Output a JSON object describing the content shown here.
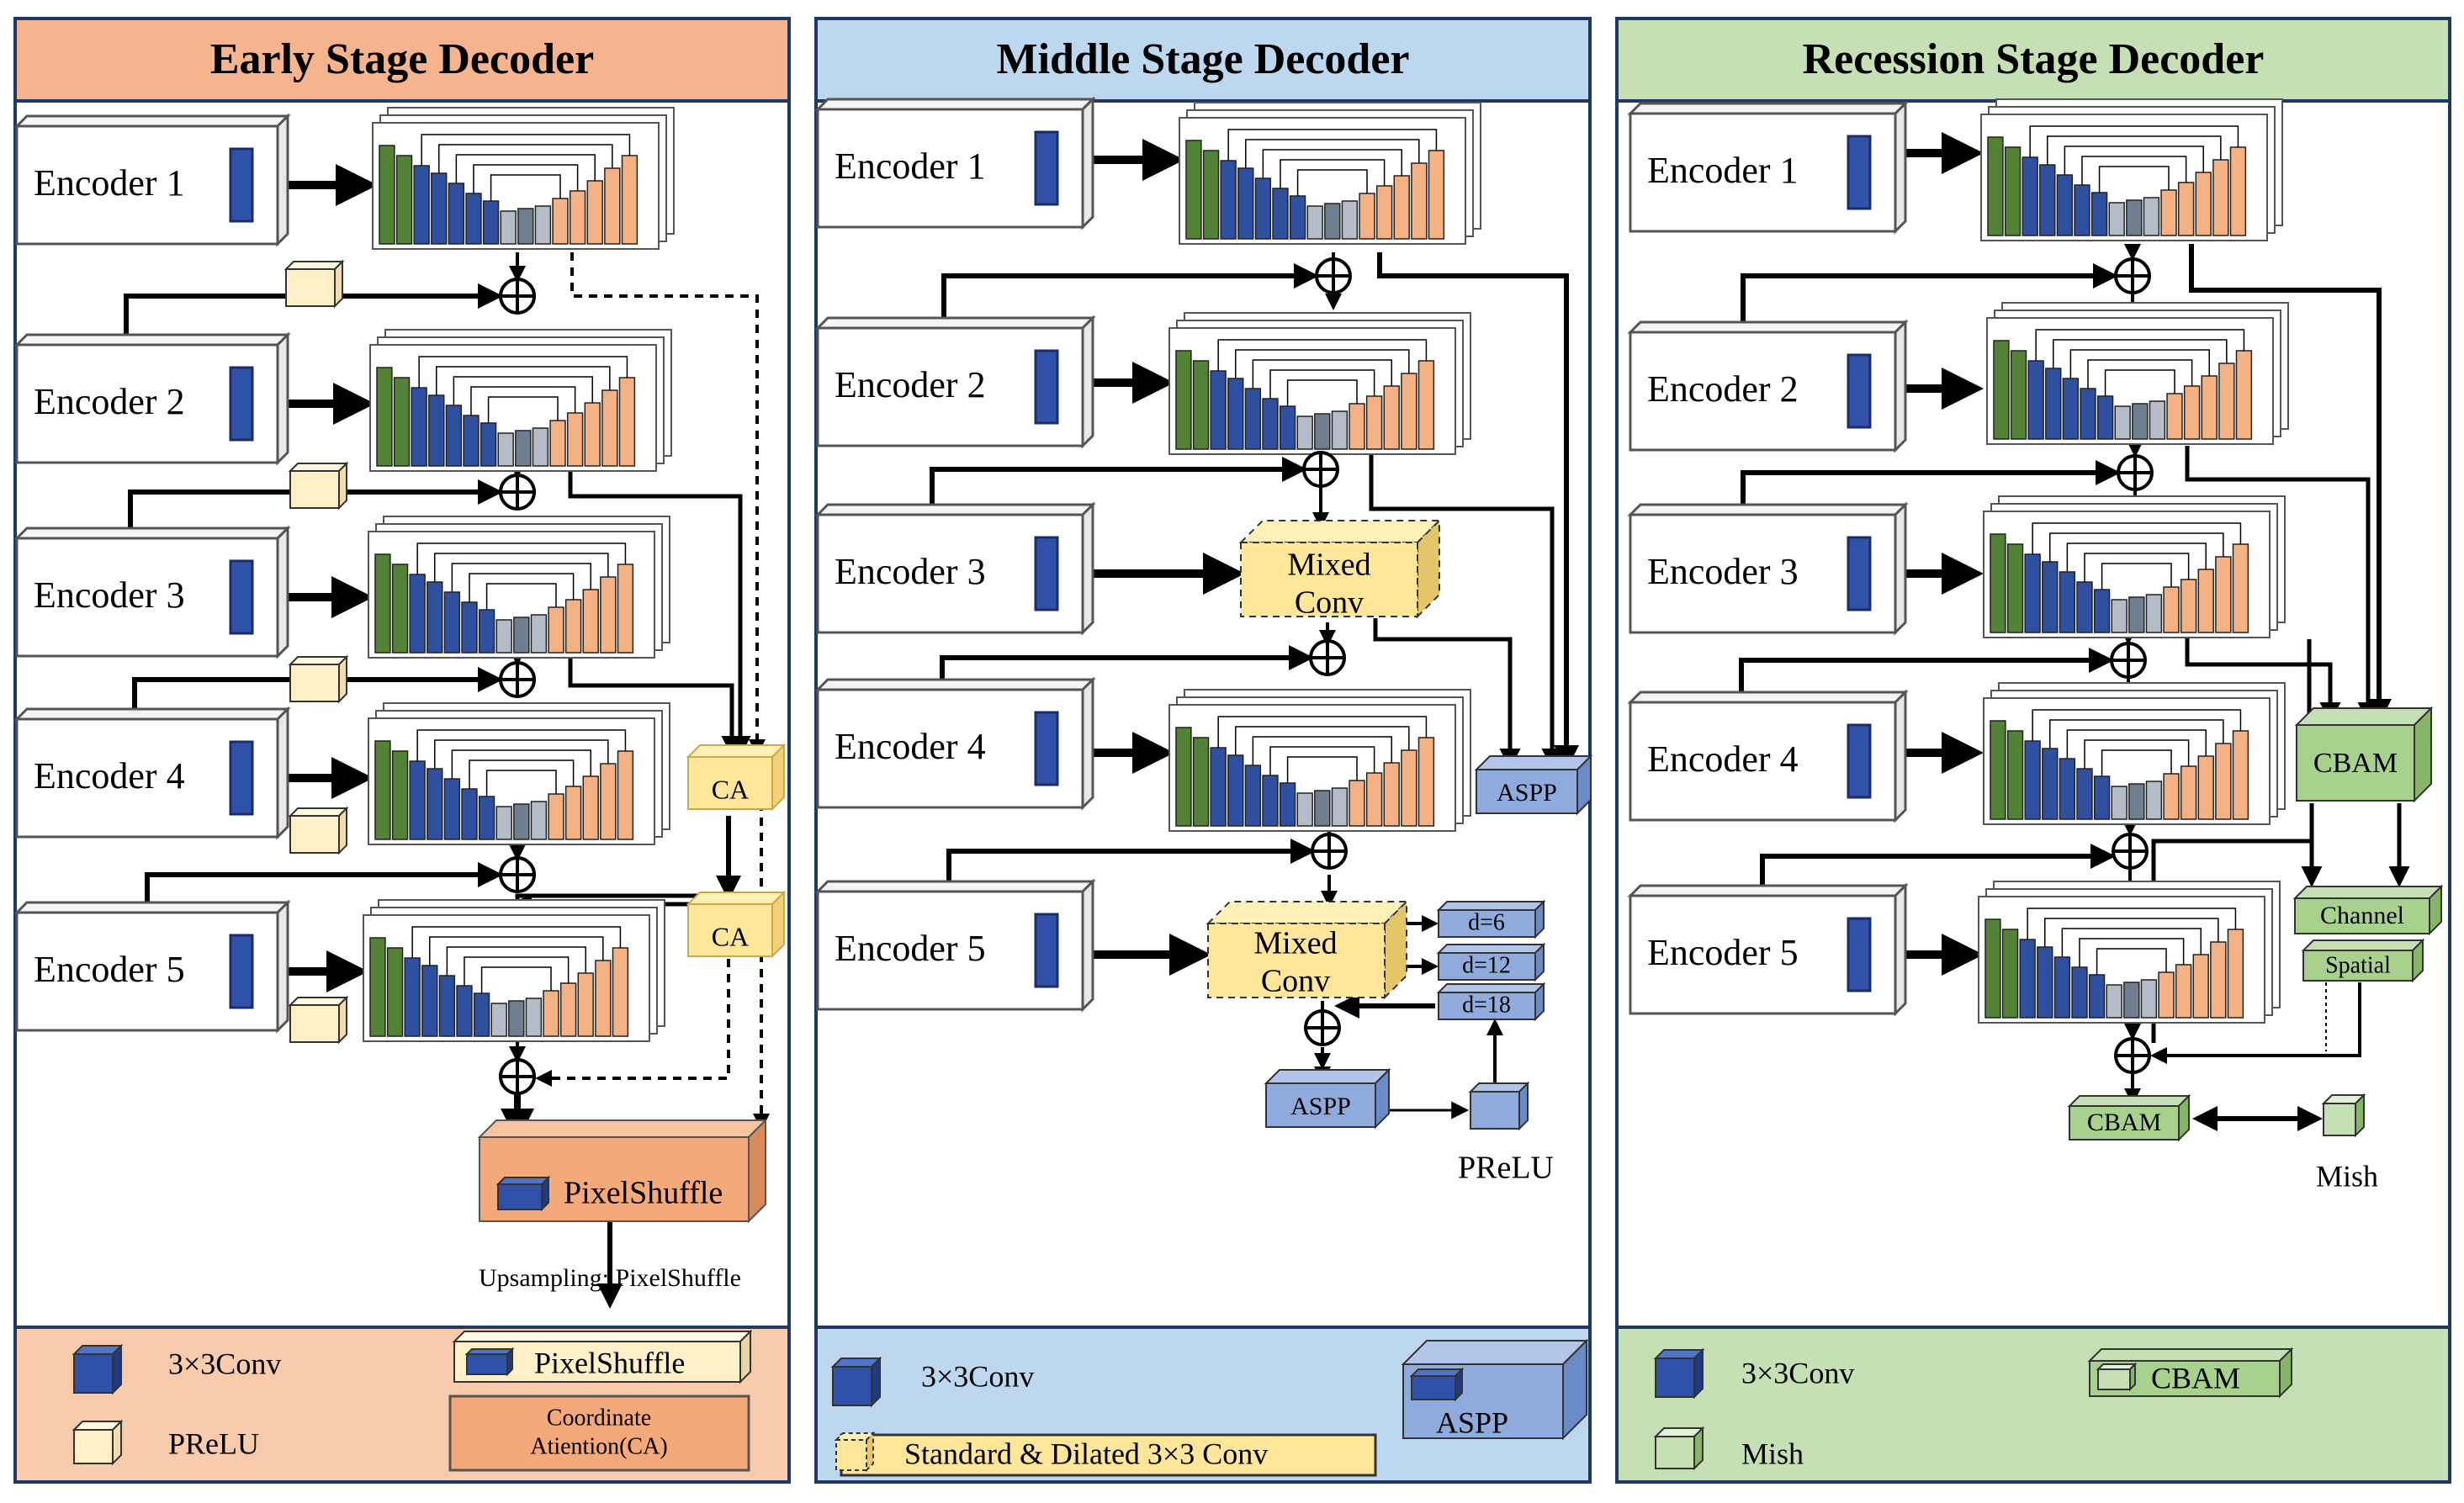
{
  "panels": [
    {
      "id": "early",
      "title": "Early Stage Decoder",
      "encoders": [
        "Encoder 1",
        "Encoder 2",
        "Encoder 3",
        "Encoder 4",
        "Encoder 5"
      ],
      "modules": {
        "ca": "CA",
        "pixelshuffle": "PixelShuffle",
        "upsampling": "Upsampling: PixelShuffle"
      },
      "legend": {
        "conv": "3×3Conv",
        "prelu": "PReLU",
        "pixelshuffle": "PixelShuffle",
        "ca_line1": "Coordinate",
        "ca_line2": "Atiention(CA)"
      },
      "colors": {
        "header": "#F5B48E",
        "legend": "#F8CBAD",
        "module": "#F4A97B",
        "prelu": "#FFF0C8"
      }
    },
    {
      "id": "middle",
      "title": "Middle Stage Decoder",
      "encoders": [
        "Encoder 1",
        "Encoder 2",
        "Encoder 3",
        "Encoder 4",
        "Encoder 5"
      ],
      "modules": {
        "mixed_line1": "Mixed",
        "mixed_line2": "Conv",
        "aspp": "ASPP",
        "d6": "d=6",
        "d12": "d=12",
        "d18": "d=18",
        "prelu": "PReLU"
      },
      "legend": {
        "conv": "3×3Conv",
        "std": "Standard & Dilated 3×3 Conv",
        "aspp": "ASPP"
      },
      "colors": {
        "header": "#BDD7EE",
        "legend": "#BDD7EE",
        "module": "#FFE699",
        "aspp": "#8FAADC"
      }
    },
    {
      "id": "recession",
      "title": "Recession Stage Decoder",
      "encoders": [
        "Encoder 1",
        "Encoder 2",
        "Encoder 3",
        "Encoder 4",
        "Encoder 5"
      ],
      "modules": {
        "cbam": "CBAM",
        "channel": "Channel",
        "spatial": "Spatial",
        "cbam_small": "CBAM",
        "mish": "Mish"
      },
      "legend": {
        "conv": "3×3Conv",
        "mish": "Mish",
        "cbam": "CBAM"
      },
      "colors": {
        "header": "#C5E0B4",
        "legend": "#C5E0B4",
        "module": "#A9D18E",
        "mish": "#C5E0B4"
      }
    }
  ],
  "bar_colors": {
    "green": "#538135",
    "blue": "#2F4F9F",
    "gray": "#B4BCC8",
    "slate": "#6F7F8F",
    "peach": "#F4B183"
  }
}
